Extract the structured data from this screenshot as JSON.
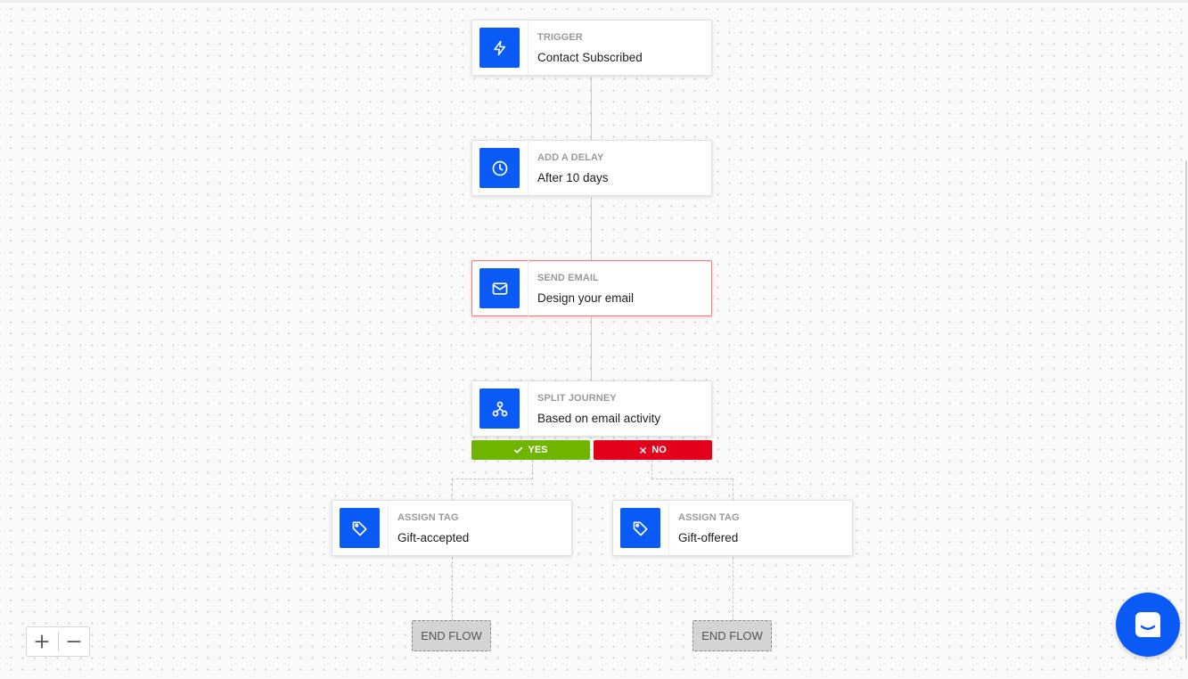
{
  "nodes": {
    "trigger": {
      "kind": "TRIGGER",
      "title": "Contact Subscribed",
      "icon": "lightning-icon"
    },
    "delay": {
      "kind": "ADD A DELAY",
      "title": "After 10 days",
      "icon": "clock-icon"
    },
    "email": {
      "kind": "SEND EMAIL",
      "title": "Design your email",
      "icon": "mail-icon",
      "status": "error"
    },
    "split": {
      "kind": "SPLIT JOURNEY",
      "title": "Based on email activity",
      "icon": "branch-icon"
    },
    "tag_yes": {
      "kind": "ASSIGN TAG",
      "title": "Gift-accepted",
      "icon": "tag-icon"
    },
    "tag_no": {
      "kind": "ASSIGN TAG",
      "title": "Gift-offered",
      "icon": "tag-icon"
    }
  },
  "branches": {
    "yes_label": "YES",
    "no_label": "NO",
    "yes_color": "#6eb400",
    "no_color": "#e3001b"
  },
  "end_flow": {
    "left_label": "END FLOW",
    "right_label": "END FLOW"
  },
  "zoom": {
    "in_icon": "plus-icon",
    "out_icon": "minus-icon"
  },
  "chat": {
    "icon": "chat-icon"
  },
  "colors": {
    "accent": "#0a5af5",
    "error_border": "#f47a7a"
  }
}
